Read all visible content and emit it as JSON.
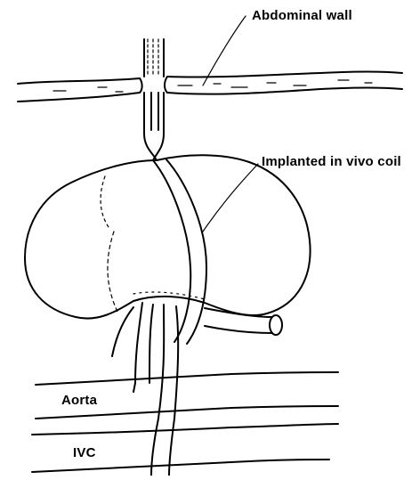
{
  "labels": {
    "abdominal_wall": "Abdominal wall",
    "coil": "Implanted in vivo coil",
    "aorta": "Aorta",
    "ivc": "IVC"
  }
}
